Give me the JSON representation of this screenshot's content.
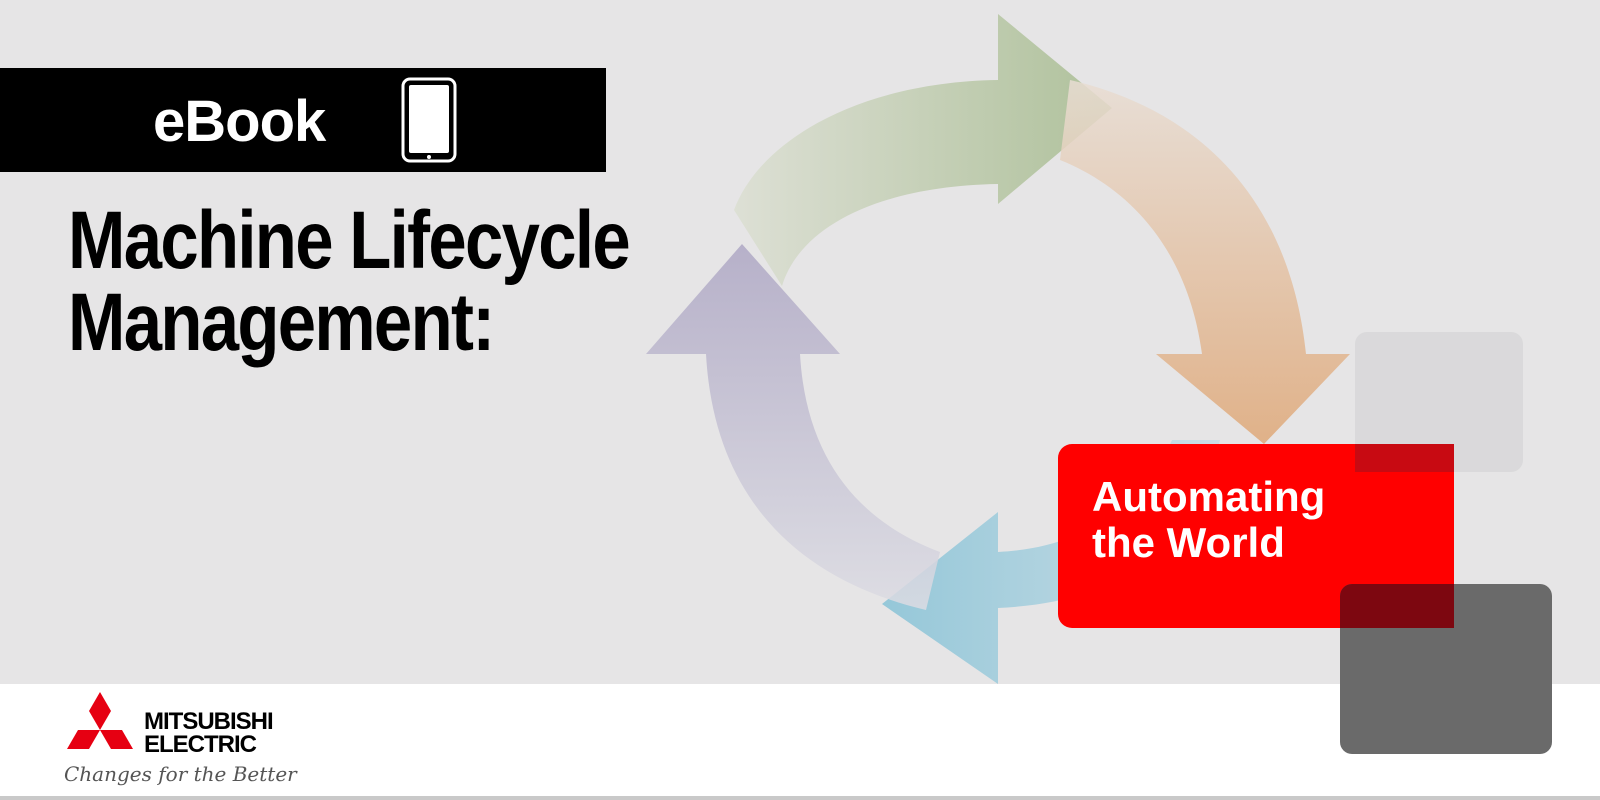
{
  "banner": {
    "badge_label": "eBook",
    "title_line1": "Machine Lifecycle",
    "title_line2": "Management:",
    "tagline_line1": "Automating",
    "tagline_line2": "the World"
  },
  "icons": {
    "tablet": "tablet-icon",
    "cycle": "cycle-arrows-icon",
    "logo": "three-diamonds-icon"
  },
  "brand": {
    "name_line1": "MITSUBISHI",
    "name_line2": "ELECTRIC",
    "slogan": "Changes for the Better"
  },
  "colors": {
    "background": "#e6e5e6",
    "badge": "#000000",
    "accent_red": "#ff0000",
    "arrow_green": "#a9bd93",
    "arrow_orange": "#e0ae80",
    "arrow_blue": "#8fc5d8",
    "arrow_purple": "#b3acc8",
    "dark_square": "#6a6a6a"
  }
}
